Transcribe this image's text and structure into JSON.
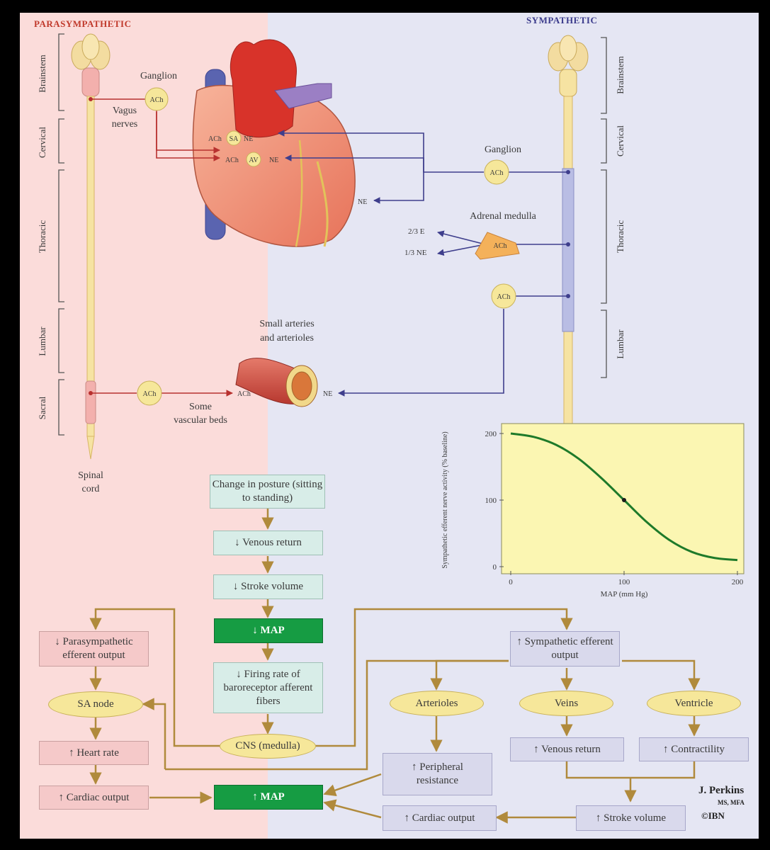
{
  "headers": {
    "parasympathetic": "PARASYMPATHETIC",
    "sympathetic": "SYMPATHETIC"
  },
  "spinal_regions_left": [
    "Brainstem",
    "Cervical",
    "Thoracic",
    "Lumbar",
    "Sacral"
  ],
  "spinal_regions_right": [
    "Brainstem",
    "Cervical",
    "Thoracic",
    "Lumbar"
  ],
  "labels": {
    "ganglion_left": "Ganglion",
    "vagus_line1": "Vagus",
    "vagus_line2": "nerves",
    "spinal_line1": "Spinal",
    "spinal_line2": "cord",
    "ganglion_right": "Ganglion",
    "adrenal": "Adrenal medulla",
    "small_arteries_line1": "Small arteries",
    "small_arteries_line2": "and arterioles",
    "vascular_line1": "Some",
    "vascular_line2": "vascular beds",
    "ach": "ACh",
    "ne": "NE",
    "sa": "SA",
    "av": "AV",
    "e_frac": "2/3 E",
    "ne_frac": "1/3 NE"
  },
  "chart_data": {
    "type": "line",
    "xlabel": "MAP (mm Hg)",
    "ylabel": "Sympathetic efferent nerve activity (% baseline)",
    "xlim": [
      0,
      200
    ],
    "ylim": [
      0,
      200
    ],
    "xticks": [
      "0",
      "100",
      "200"
    ],
    "yticks": [
      "0",
      "100",
      "200"
    ],
    "x": [
      0,
      20,
      40,
      60,
      80,
      100,
      120,
      140,
      160,
      180,
      200
    ],
    "y": [
      200,
      195,
      183,
      162,
      133,
      100,
      67,
      40,
      22,
      13,
      10
    ],
    "marker": {
      "x": 100,
      "y": 100
    },
    "colors": {
      "line": "#1e7a2a",
      "background": "#fbf6b2"
    }
  },
  "flowchart": {
    "posture": "Change in posture (sitting to standing)",
    "venous_return_down": "↓ Venous return",
    "stroke_volume_down": "↓ Stroke volume",
    "map_down": "↓ MAP",
    "firing_rate": "↓ Firing rate of baroreceptor afferent fibers",
    "cns": "CNS (medulla)",
    "para_output": "↓ Parasympathetic efferent output",
    "sa_node": "SA node",
    "heart_rate": "↑ Heart rate",
    "cardiac_output_left": "↑ Cardiac output",
    "map_up": "↑ MAP",
    "symp_output": "↑ Sympathetic efferent output",
    "arterioles": "Arterioles",
    "veins": "Veins",
    "ventricle": "Ventricle",
    "peripheral": "↑ Peripheral resistance",
    "venous_return_up": "↑ Venous return",
    "contractility": "↑ Contractility",
    "stroke_volume_up": "↑ Stroke volume",
    "cardiac_output_right": "↑ Cardiac output"
  },
  "credit": {
    "name": "J. Perkins",
    "degree": "MS, MFA",
    "mark": "©IBN"
  },
  "colors": {
    "para_bg": "#fbdcda",
    "symp_bg": "#e5e6f3",
    "cord": "#f6e3a2",
    "nerve_red": "#b8312f",
    "nerve_blue": "#3e3e8c",
    "arrow": "#b08a3c",
    "green": "#169c43"
  }
}
